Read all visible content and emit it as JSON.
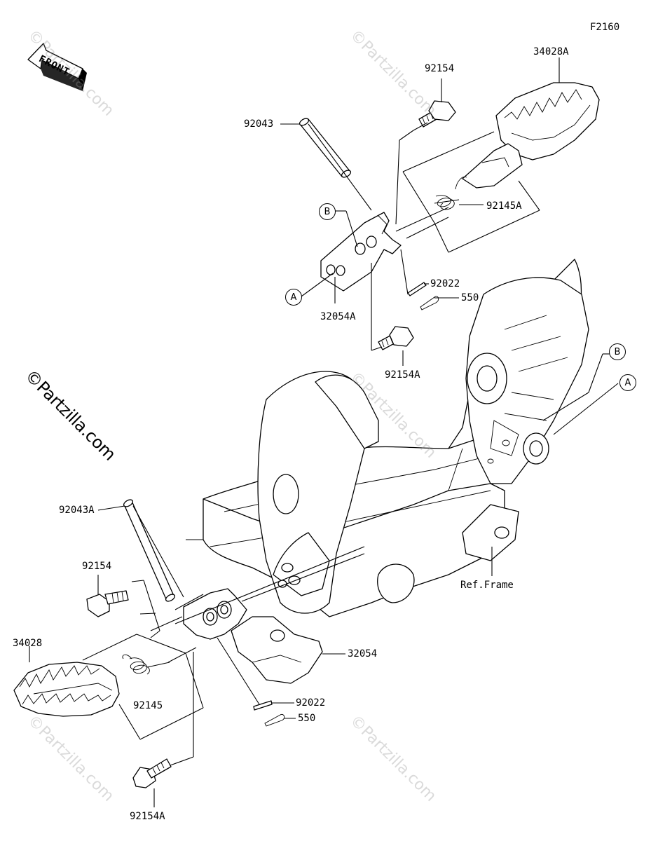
{
  "figure_code": "F2160",
  "front_arrow_label": "FRONT",
  "watermark": "©Partzilla.com",
  "callout_letters": {
    "b": "B",
    "a": "A"
  },
  "part_labels": {
    "p34028A": "34028A",
    "p92154_top": "92154",
    "p92043": "92043",
    "p92145A": "92145A",
    "p92022_top": "92022",
    "p550_top": "550",
    "p32054A": "32054A",
    "p92154A_top": "92154A",
    "p92043A": "92043A",
    "p92154_left": "92154",
    "p34028": "34028",
    "p92145": "92145",
    "p32054": "32054",
    "p92022_bottom": "92022",
    "p550_bottom": "550",
    "p92154A_bottom": "92154A",
    "ref_frame": "Ref.Frame"
  }
}
